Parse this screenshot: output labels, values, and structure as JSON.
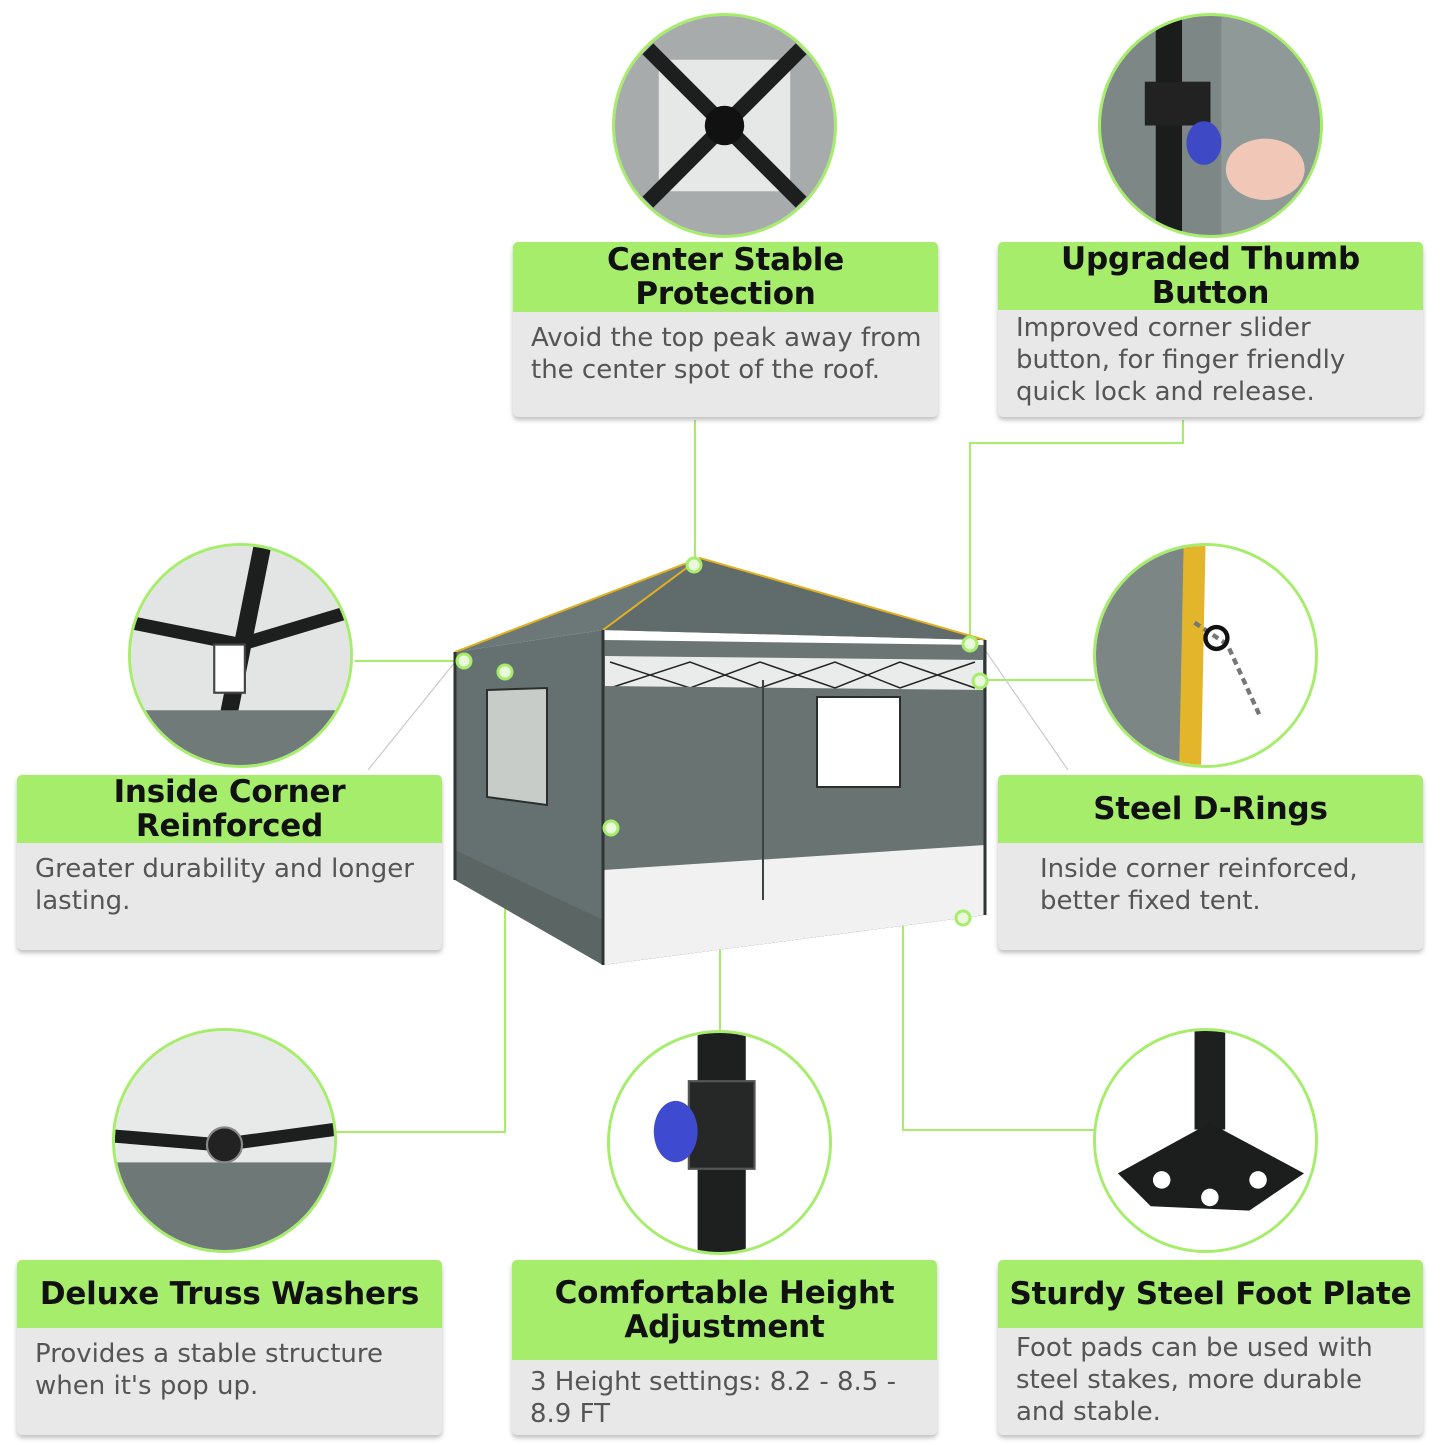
{
  "features": [
    {
      "title": "Center Stable Protection",
      "description": "Avoid the top peak away from the center spot of the roof.",
      "photo_icon": "roof-center-frame"
    },
    {
      "title": "Upgraded Thumb Button",
      "description": "Improved corner slider button, for finger friendly quick lock and release.",
      "photo_icon": "thumb-button"
    },
    {
      "title": "Inside Corner Reinforced",
      "description": "Greater durability and longer lasting.",
      "photo_icon": "inside-corner"
    },
    {
      "title": "Steel D-Rings",
      "description": "Inside corner reinforced, better fixed tent.",
      "photo_icon": "d-ring-rope"
    },
    {
      "title": "Deluxe Truss Washers",
      "description": "Provides a stable structure when it's pop up.",
      "photo_icon": "truss-washer"
    },
    {
      "title": "Comfortable Height Adjustment",
      "description": "3 Height settings: 8.2 - 8.5 - 8.9 FT",
      "photo_icon": "height-adjuster"
    },
    {
      "title": "Sturdy Steel Foot Plate",
      "description": "Foot pads can be used with steel stakes, more durable and stable.",
      "photo_icon": "foot-plate"
    }
  ],
  "colors": {
    "accent_green": "#a6ed6c",
    "tent_gray": "#5f6a68",
    "card_gray": "#e8e8e8",
    "seam_yellow": "#e0b020"
  }
}
